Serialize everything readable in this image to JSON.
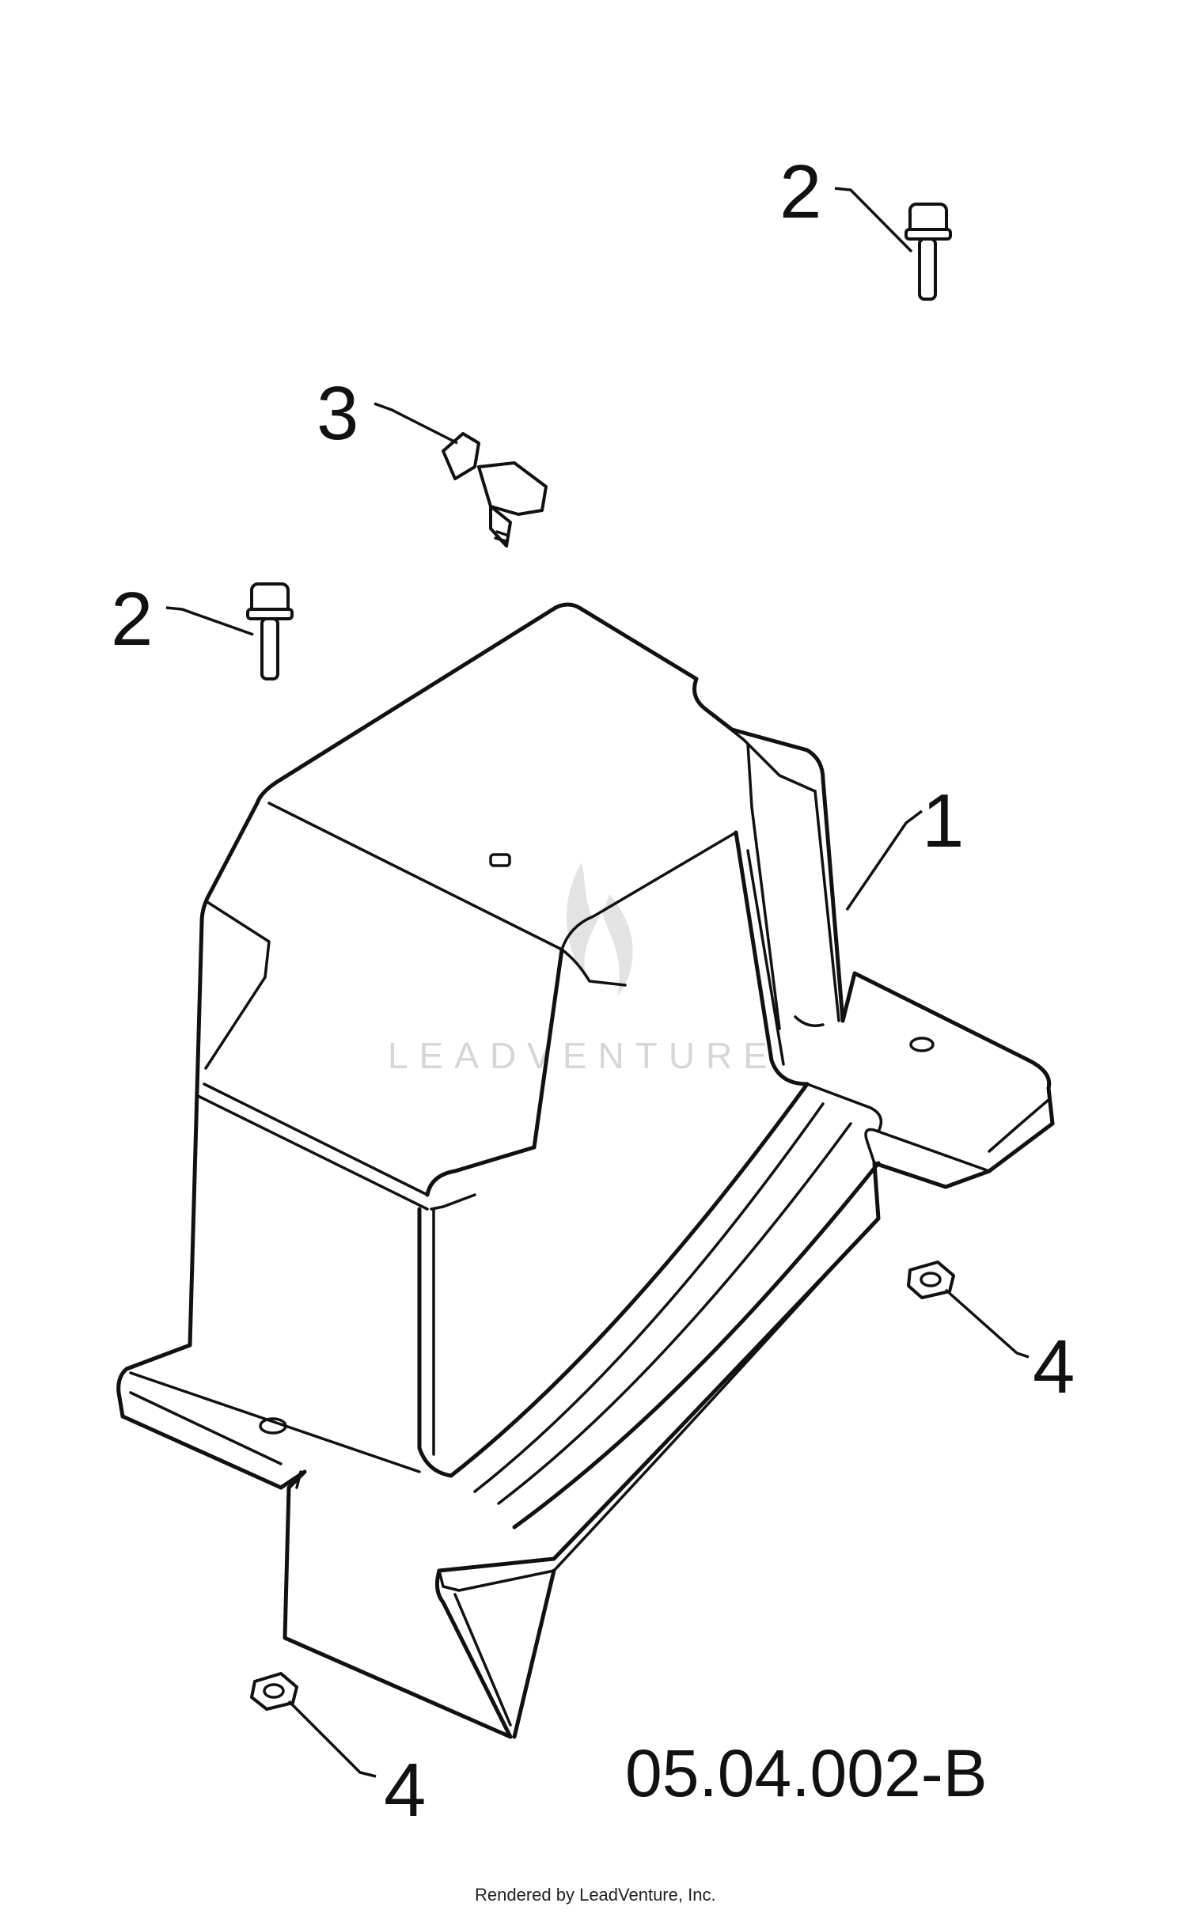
{
  "diagram": {
    "callouts": {
      "part1": "1",
      "part2_top": "2",
      "part2_left": "2",
      "part3": "3",
      "part4_right": "4",
      "part4_bottom": "4"
    },
    "drawing_code": "05.04.002-B",
    "watermark_text": "LEADVENTURE",
    "footer_text": "Rendered by LeadVenture, Inc."
  },
  "colors": {
    "line": "#111111",
    "background": "#ffffff",
    "watermark": "#d6d6d6"
  }
}
